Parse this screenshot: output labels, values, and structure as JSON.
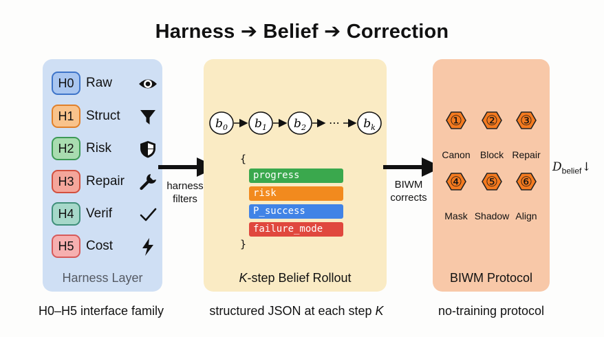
{
  "title": "Harness ➔ Belief ➔ Correction",
  "harness": {
    "label": "Harness Layer",
    "caption": "H0–H5 interface family",
    "rows": [
      {
        "id": "H0",
        "name": "Raw",
        "icon": "eye-icon",
        "fill": "#a9c6f0",
        "border": "#3d74c9"
      },
      {
        "id": "H1",
        "name": "Struct",
        "icon": "filter-icon",
        "fill": "#f9c38c",
        "border": "#e0802a"
      },
      {
        "id": "H2",
        "name": "Risk",
        "icon": "shield-icon",
        "fill": "#a9dcb0",
        "border": "#3d9a56"
      },
      {
        "id": "H3",
        "name": "Repair",
        "icon": "wrench-icon",
        "fill": "#f4a69b",
        "border": "#d2503f"
      },
      {
        "id": "H4",
        "name": "Verif",
        "icon": "checkmark-icon",
        "fill": "#a6d8c9",
        "border": "#3f8f7a"
      },
      {
        "id": "H5",
        "name": "Cost",
        "icon": "lightning-icon",
        "fill": "#f6b0b0",
        "border": "#d65a5a"
      }
    ]
  },
  "arrows": {
    "left_line1": "harness",
    "left_line2": "filters",
    "right_line1": "BIWM",
    "right_line2": "corrects"
  },
  "belief": {
    "label_k": "K",
    "label_rest": "-step Belief Rollout",
    "caption_main": "structured JSON at each step ",
    "caption_k": "K",
    "chain": [
      {
        "base": "b",
        "sub": "0"
      },
      {
        "base": "b",
        "sub": "1"
      },
      {
        "base": "b",
        "sub": "2"
      },
      {
        "base": "b",
        "sub": "k"
      }
    ],
    "ellipsis": "⋯",
    "json_open": "{",
    "json_close": "}",
    "fields": [
      {
        "text": "progress",
        "color": "#3aa84d"
      },
      {
        "text": "risk",
        "color": "#f28a1e"
      },
      {
        "text": "P_success",
        "color": "#4183e6"
      },
      {
        "text": "failure_mode",
        "color": "#e0483e"
      }
    ]
  },
  "protocol": {
    "label": "BIWM Protocol",
    "caption": "no-training protocol",
    "steps": [
      {
        "num": "①",
        "name": "Canon"
      },
      {
        "num": "②",
        "name": "Block"
      },
      {
        "num": "③",
        "name": "Repair"
      },
      {
        "num": "④",
        "name": "Mask"
      },
      {
        "num": "⑤",
        "name": "Shadow"
      },
      {
        "num": "⑥",
        "name": "Align"
      }
    ],
    "hex_color": "#f47a1f",
    "metric_D": "D",
    "metric_sub": "belief",
    "metric_arrow": "↓"
  }
}
